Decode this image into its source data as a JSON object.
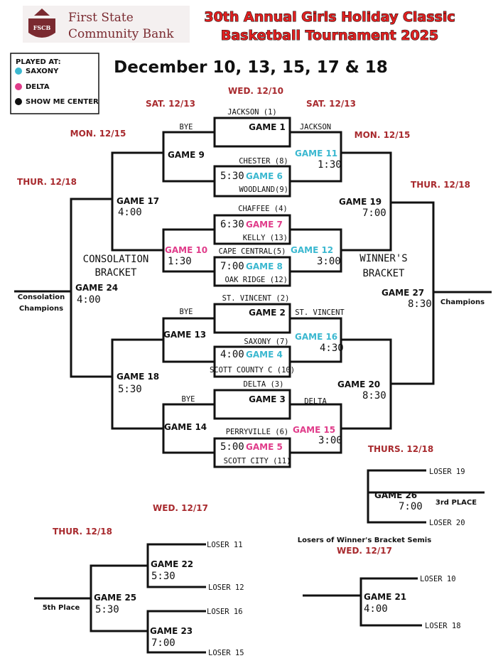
{
  "sponsor": {
    "logo_text": "FSCB",
    "name_line1": "First State",
    "name_line2": "Community Bank"
  },
  "title": {
    "line1": "30th Annual Girls Holiday Classic",
    "line2": "Basketball Tournament 2025"
  },
  "dates": "December 10, 13, 15, 17 & 18",
  "legend": {
    "heading": "PLAYED AT:",
    "items": [
      {
        "label": "SAXONY",
        "color": "#3bb8d0"
      },
      {
        "label": "DELTA",
        "color": "#e03c8a"
      },
      {
        "label": "SHOW ME CENTER",
        "color": "#111111"
      }
    ]
  },
  "headers": {
    "wed_1210": "WED. 12/10",
    "sat_left": "SAT. 12/13",
    "sat_right": "SAT. 12/13",
    "mon_left": "MON. 12/15",
    "mon_right": "MON. 12/15",
    "thur_left": "THUR. 12/18",
    "thur_right": "THUR. 12/18",
    "thurs_3rd": "THURS. 12/18",
    "wed_1217_left": "WED. 12/17",
    "thur_5th": "THUR. 12/18",
    "wed_1217_right": "WED. 12/17"
  },
  "games": {
    "g1": {
      "label": "GAME 1"
    },
    "g2": {
      "label": "GAME 2"
    },
    "g3": {
      "label": "GAME 3"
    },
    "g4": {
      "label": "GAME 4",
      "time": "4:00"
    },
    "g5": {
      "label": "GAME 5",
      "time": "5:00"
    },
    "g6": {
      "label": "GAME 6",
      "time": "5:30"
    },
    "g7": {
      "label": "GAME 7",
      "time": "6:30"
    },
    "g8": {
      "label": "GAME 8",
      "time": "7:00"
    },
    "g9": {
      "label": "GAME 9"
    },
    "g10": {
      "label": "GAME 10",
      "time": "1:30"
    },
    "g11": {
      "label": "GAME 11",
      "time": "1:30"
    },
    "g12": {
      "label": "GAME 12",
      "time": "3:00"
    },
    "g13": {
      "label": "GAME 13"
    },
    "g14": {
      "label": "GAME 14"
    },
    "g15": {
      "label": "GAME 15",
      "time": "3:00"
    },
    "g16": {
      "label": "GAME 16",
      "time": "4:30"
    },
    "g17": {
      "label": "GAME 17",
      "time": "4:00"
    },
    "g18": {
      "label": "GAME 18",
      "time": "5:30"
    },
    "g19": {
      "label": "GAME 19",
      "time": "7:00"
    },
    "g20": {
      "label": "GAME 20",
      "time": "8:30"
    },
    "g21": {
      "label": "GAME 21",
      "time": "4:00"
    },
    "g22": {
      "label": "GAME 22",
      "time": "5:30"
    },
    "g23": {
      "label": "GAME 23",
      "time": "7:00"
    },
    "g24": {
      "label": "GAME 24",
      "time": "4:00"
    },
    "g25": {
      "label": "GAME 25",
      "time": "5:30"
    },
    "g26": {
      "label": "GAME 26",
      "time": "7:00"
    },
    "g27": {
      "label": "GAME 27",
      "time": "8:30"
    }
  },
  "teams": {
    "jackson_seed": "JACKSON (1)",
    "jackson": "JACKSON",
    "bye1": "BYE",
    "chester": "CHESTER (8)",
    "woodland": "WOODLAND(9)",
    "chaffee": "CHAFFEE (4)",
    "kelly": "KELLY (13)",
    "cape_central": "CAPE CENTRAL(5)",
    "oak_ridge": "OAK RIDGE (12)",
    "st_vincent_seed": "ST. VINCENT (2)",
    "st_vincent": "ST. VINCENT",
    "bye2": "BYE",
    "saxony": "SAXONY (7)",
    "scott_county": "SCOTT COUNTY C (10)",
    "delta_seed": "DELTA (3)",
    "delta": "DELTA",
    "bye3": "BYE",
    "perryville": "PERRYVILLE (6)",
    "scott_city": "SCOTT CITY (11)"
  },
  "brackets": {
    "consolation_line1": "CONSOLATION",
    "consolation_line2": "BRACKET",
    "winners_line1": "WINNER'S",
    "winners_line2": "BRACKET",
    "consolation_champions_line1": "Consolation",
    "consolation_champions_line2": "Champions",
    "champions": "Champions"
  },
  "third_place": {
    "loser_a": "LOSER 19",
    "loser_b": "LOSER 20",
    "label": "3rd PLACE"
  },
  "fifth_place": {
    "label": "5th Place",
    "loser_11": "LOSER 11",
    "loser_12": "LOSER 12",
    "loser_16": "LOSER 16",
    "loser_15": "LOSER 15"
  },
  "semis_losers": {
    "caption": "Losers of Winner's Bracket Semis",
    "loser_a": "LOSER 10",
    "loser_b": "LOSER 18"
  }
}
